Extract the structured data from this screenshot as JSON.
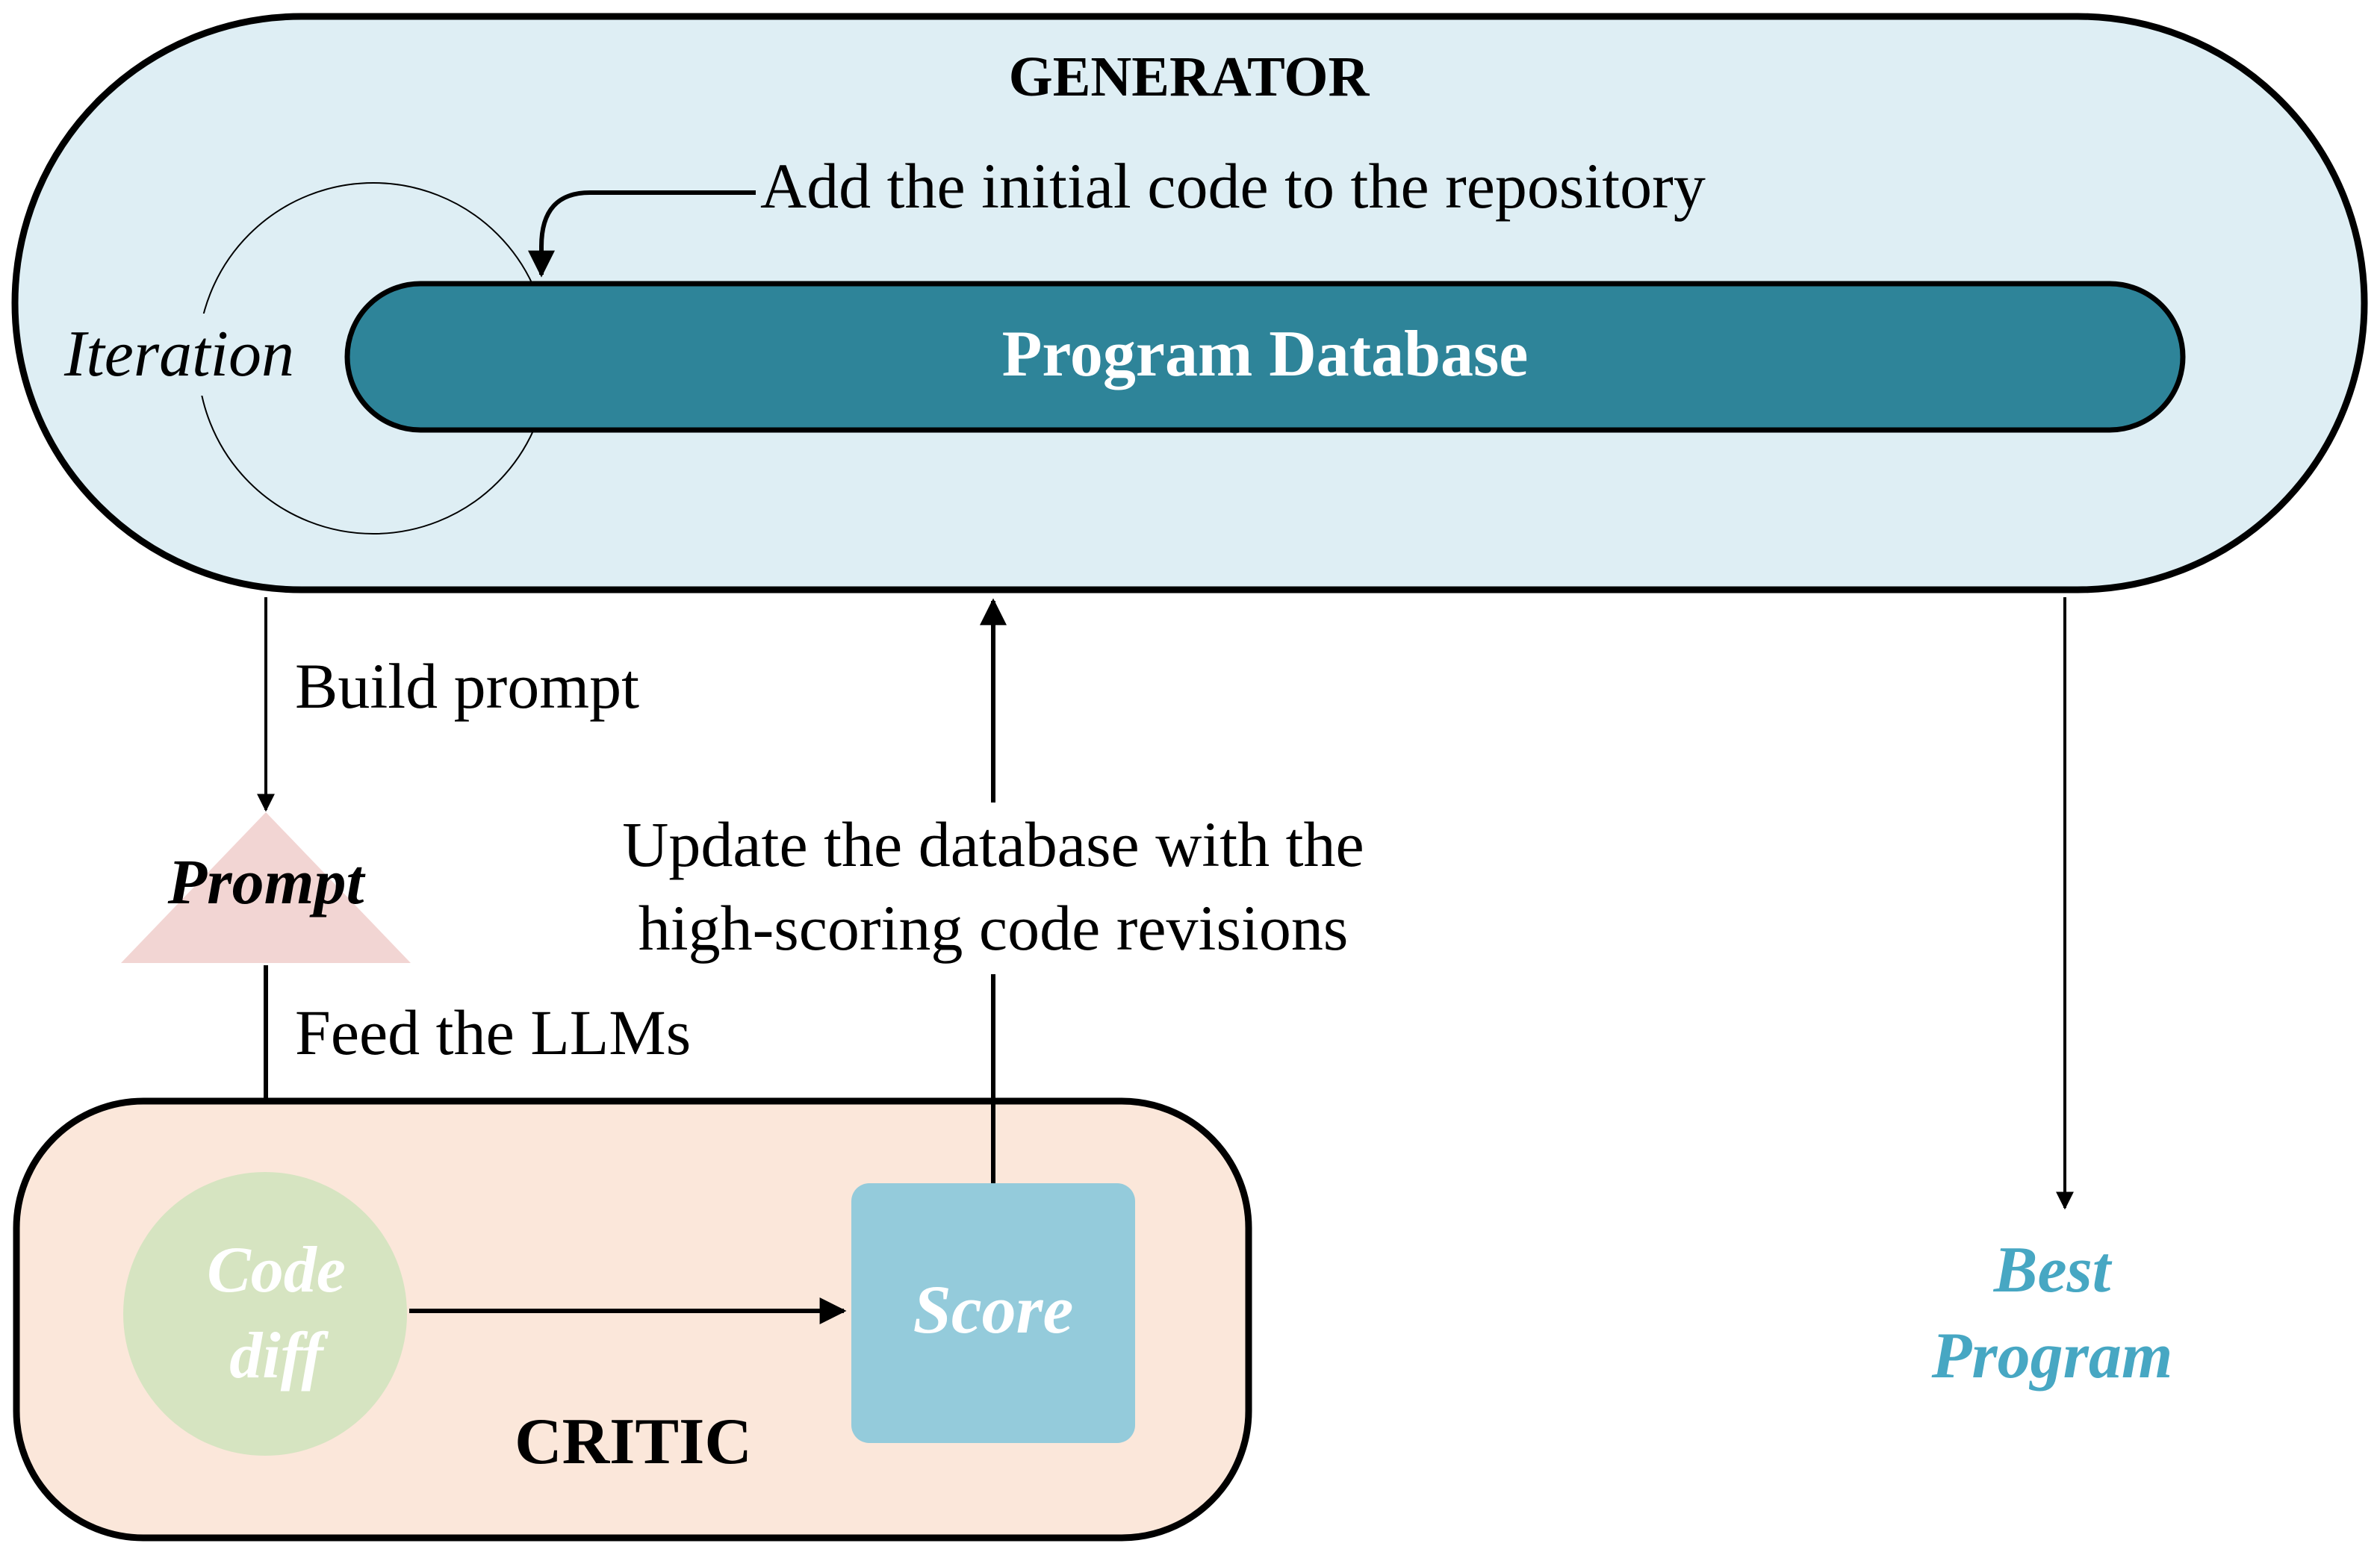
{
  "generator": {
    "title": "GENERATOR",
    "init_label": "Add the initial code to the repository",
    "iteration_label": "Iteration",
    "database_label": "Program Database",
    "fill_color": "#deeef4",
    "database_color": "#2e8499"
  },
  "flows": {
    "build_prompt": "Build prompt",
    "feed_llms": "Feed the LLMs",
    "update_line1": "Update the database with the",
    "update_line2": "high-scoring code revisions"
  },
  "prompt": {
    "label": "Prompt",
    "color": "#f2d5d3"
  },
  "critic": {
    "title": "CRITIC",
    "code_diff_line1": "Code",
    "code_diff_line2": "diff",
    "score_label": "Score",
    "fill_color": "#fbe7da",
    "code_diff_color": "#d6e4c1",
    "score_color": "#94cbdb"
  },
  "output": {
    "best_line1": "Best",
    "best_line2": "Program",
    "color": "#47a7c3"
  }
}
